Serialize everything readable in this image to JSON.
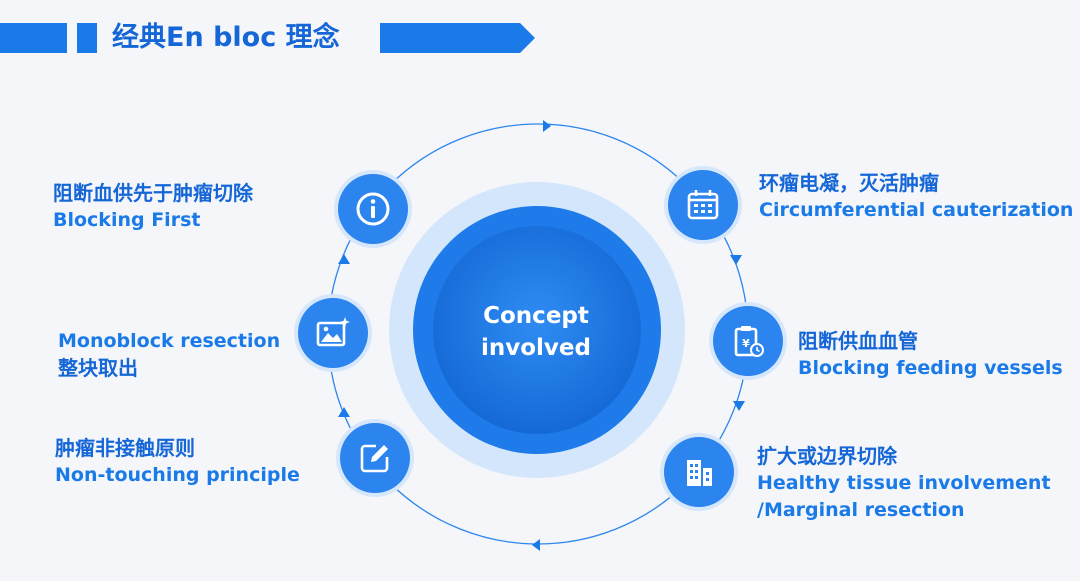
{
  "title": "经典En bloc 理念",
  "center": {
    "line1": "Concept",
    "line2": "involved"
  },
  "items": [
    {
      "zh": "阻断血供先于肿瘤切除",
      "en": "Blocking First",
      "icon": "info-icon"
    },
    {
      "zh": "环瘤电凝，灭活肿瘤",
      "en": "Circumferential cauterization",
      "icon": "calendar-icon"
    },
    {
      "zh": "阻断供血血管",
      "en": "Blocking feeding vessels",
      "icon": "clipboard-icon"
    },
    {
      "zh": "扩大或边界切除",
      "en1": "Healthy tissue involvement",
      "en2": "/Marginal resection",
      "icon": "building-icon"
    },
    {
      "zh": "肿瘤非接触原则",
      "en": "Non-touching principle",
      "icon": "edit-icon"
    },
    {
      "en": "Monoblock resection",
      "zh": "整块取出",
      "icon": "image-icon"
    }
  ],
  "colors": {
    "primary": "#1a7ae8",
    "dark": "#1566d6",
    "icon_bg": "#2c84ee",
    "halo": "#d6e7fb"
  }
}
